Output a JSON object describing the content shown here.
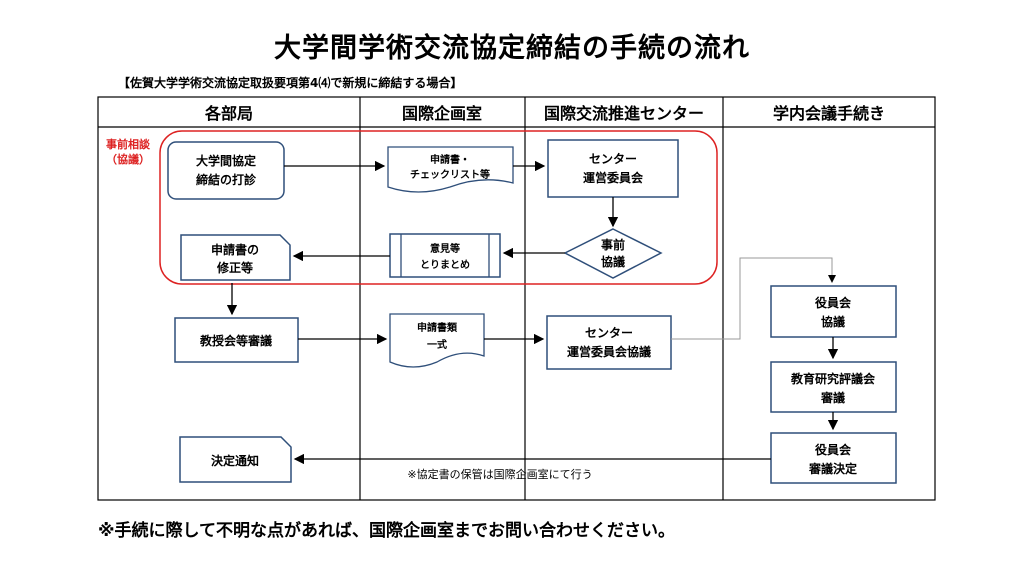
{
  "title": "大学間学術交流協定締結の手続の流れ",
  "subtitle": "【佐賀大学学術交流協定取扱要項第4⑷で新規に締結する場合】",
  "lanes": [
    "各部局",
    "国際企画室",
    "国際交流推進センター",
    "学内会議手続き"
  ],
  "consultation_label": [
    "事前相談",
    "（協議）"
  ],
  "nodes": {
    "n1": [
      "大学間協定",
      "締結の打診"
    ],
    "n2": [
      "申請書・",
      "チェックリスト等"
    ],
    "n3": [
      "センター",
      "運営委員会"
    ],
    "n4": [
      "事前",
      "協議"
    ],
    "n5": [
      "意見等",
      "とりまとめ"
    ],
    "n6": [
      "申請書の",
      "修正等"
    ],
    "n7": [
      "教授会等審議"
    ],
    "n8": [
      "申請書類",
      "一式"
    ],
    "n9": [
      "センター",
      "運営委員会協議"
    ],
    "n10": [
      "役員会",
      "協議"
    ],
    "n11": [
      "教育研究評議会",
      "審議"
    ],
    "n12": [
      "役員会",
      "審議決定"
    ],
    "n13": [
      "決定通知"
    ]
  },
  "note": "※協定書の保管は国際企画室にて行う",
  "footer": "※手続に際して不明な点があれば、国際企画室までお問い合わせください。"
}
